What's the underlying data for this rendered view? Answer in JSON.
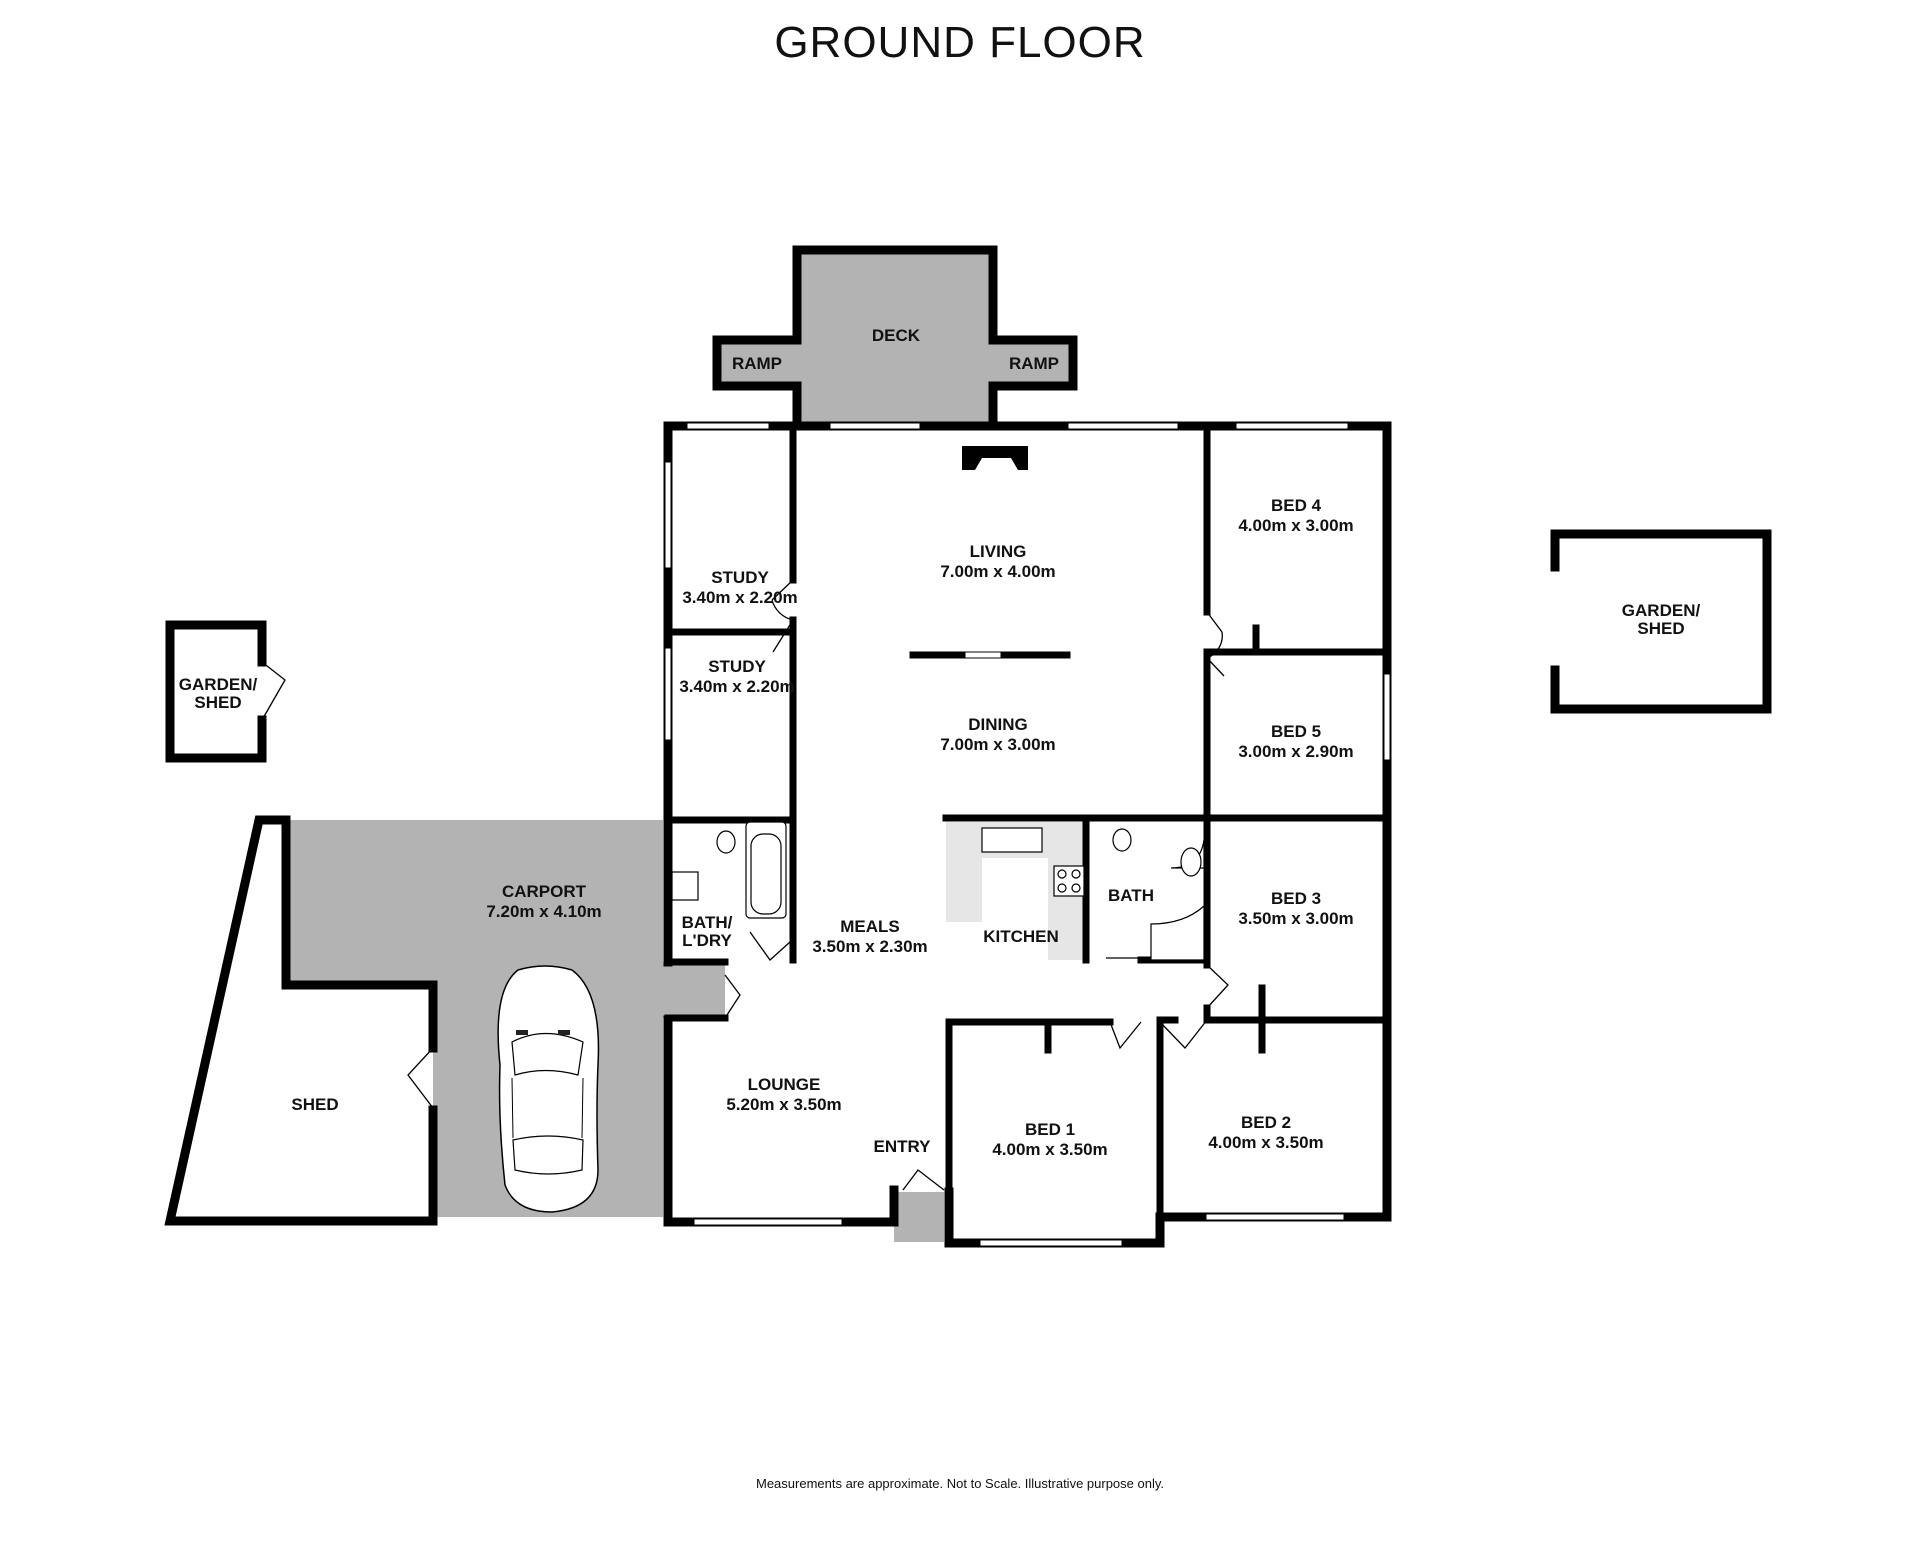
{
  "title": "GROUND FLOOR",
  "disclaimer": "Measurements are approximate.  Not to Scale.  Illustrative purpose only.",
  "colors": {
    "wall": "#000000",
    "outdoor_fill": "#b3b3b3",
    "kitchen_bench": "#e6e6e6",
    "background": "#ffffff"
  },
  "rooms": {
    "deck": {
      "name": "DECK"
    },
    "ramp_left": {
      "name": "RAMP"
    },
    "ramp_right": {
      "name": "RAMP"
    },
    "living": {
      "name": "LIVING",
      "dims": "7.00m  x 4.00m"
    },
    "dining": {
      "name": "DINING",
      "dims": "7.00m  x 3.00m"
    },
    "study_1": {
      "name": "STUDY",
      "dims": "3.40m  x 2.20m"
    },
    "study_2": {
      "name": "STUDY",
      "dims": "3.40m  x 2.20m"
    },
    "bed_4": {
      "name": "BED 4",
      "dims": "4.00m  x 3.00m"
    },
    "bed_5": {
      "name": "BED 5",
      "dims": "3.00m  x 2.90m"
    },
    "bed_3": {
      "name": "BED 3",
      "dims": "3.50m  x 3.00m"
    },
    "bed_1": {
      "name": "BED 1",
      "dims": "4.00m  x 3.50m"
    },
    "bed_2": {
      "name": "BED 2",
      "dims": "4.00m  x 3.50m"
    },
    "bath_laundry": {
      "name_line1": "BATH/",
      "name_line2": "L'DRY"
    },
    "bath": {
      "name": "BATH"
    },
    "kitchen": {
      "name": "KITCHEN"
    },
    "meals": {
      "name": "MEALS",
      "dims": "3.50m  x 2.30m"
    },
    "lounge": {
      "name": "LOUNGE",
      "dims": "5.20m  x 3.50m"
    },
    "entry": {
      "name": "ENTRY"
    },
    "carport": {
      "name": "CARPORT",
      "dims": "7.20m  x 4.10m"
    },
    "shed": {
      "name": "SHED"
    },
    "garden_shed_left": {
      "name_line1": "GARDEN/",
      "name_line2": "SHED"
    },
    "garden_shed_right": {
      "name_line1": "GARDEN/",
      "name_line2": "SHED"
    }
  }
}
